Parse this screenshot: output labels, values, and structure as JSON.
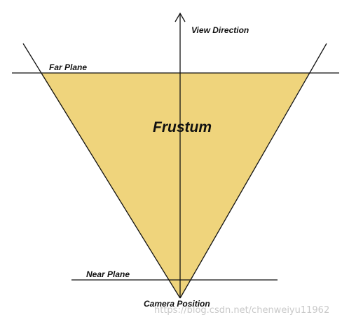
{
  "labels": {
    "view_direction": "View Direction",
    "far_plane": "Far Plane",
    "frustum": "Frustum",
    "near_plane": "Near Plane",
    "camera_position": "Camera Position"
  },
  "watermark": "https://blog.csdn.net/chenweiyu11962",
  "colors": {
    "frustum_fill": "#efd47c",
    "line": "#111111",
    "watermark": "#c9c9c9"
  }
}
